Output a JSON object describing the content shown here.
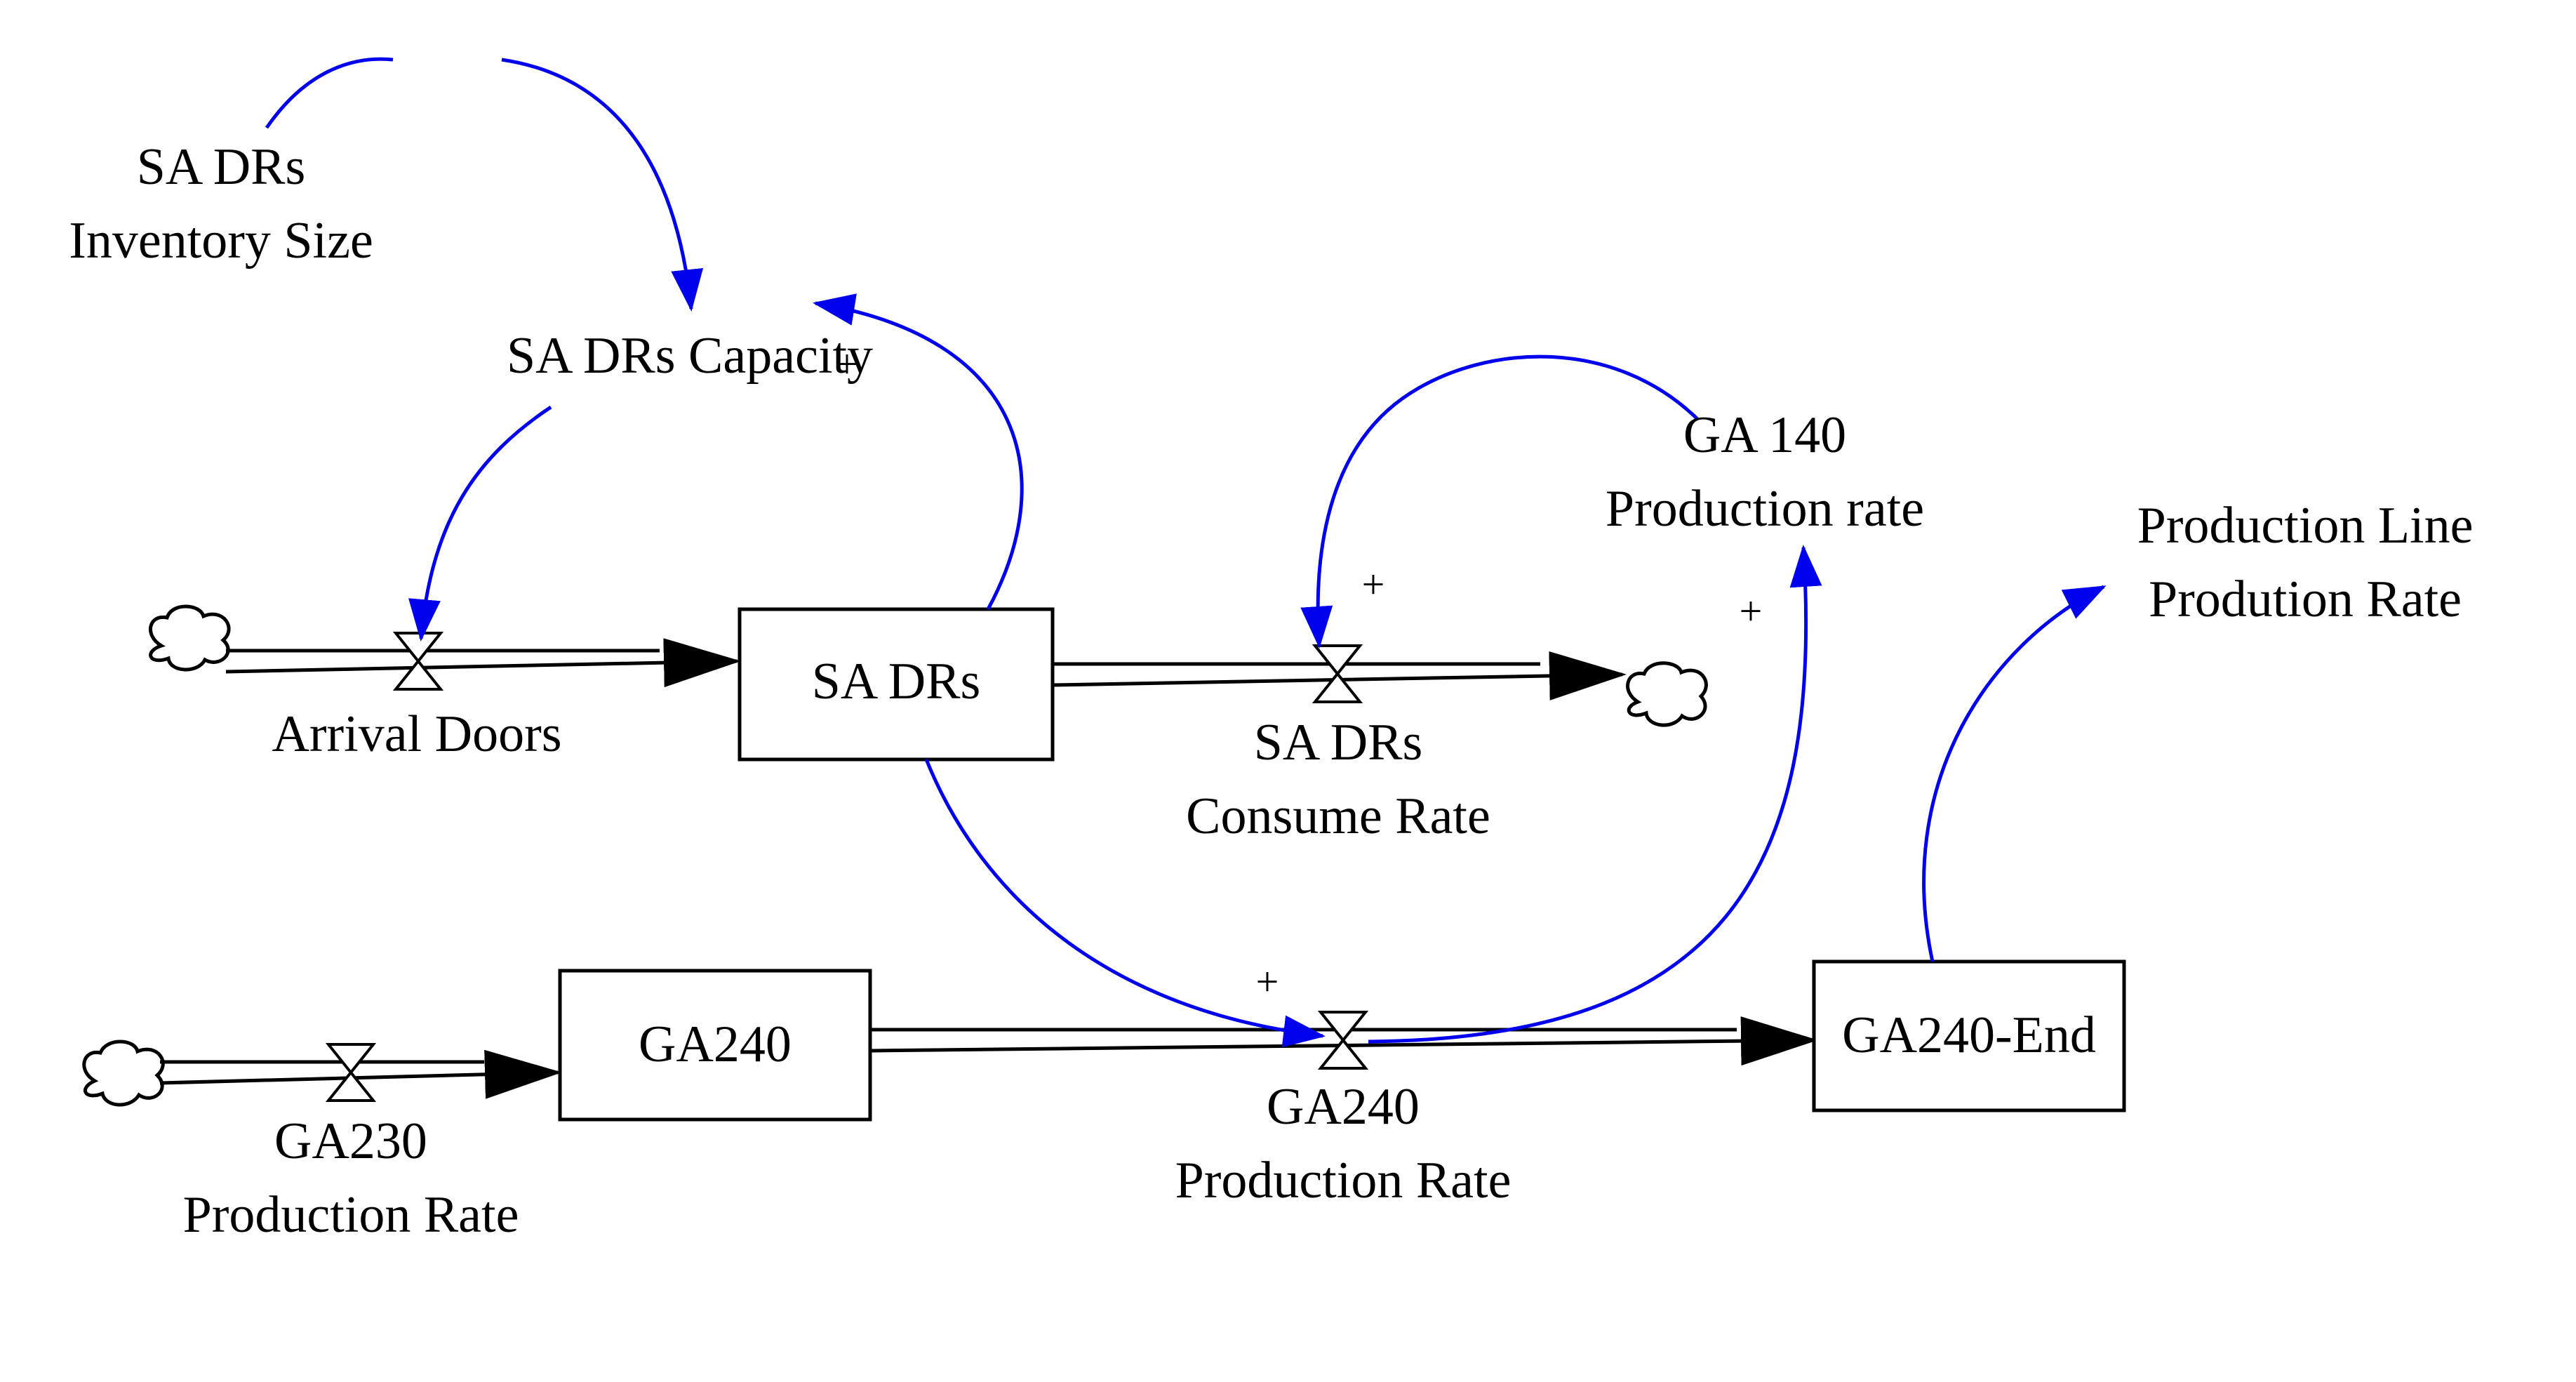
{
  "colors": {
    "link": "#0000ee",
    "ink": "#000000",
    "background": "#ffffff"
  },
  "stocks": {
    "sa_drs": "SA DRs",
    "ga240": "GA240",
    "ga240_end": "GA240-End"
  },
  "flows": {
    "arrival_doors": [
      "Arrival Doors"
    ],
    "sa_drs_consume_rate": [
      "SA DRs",
      "Consume Rate"
    ],
    "ga230_production_rate": [
      "GA230",
      "Production Rate"
    ],
    "ga240_production_rate": [
      "GA240",
      "Production Rate"
    ]
  },
  "variables": {
    "sa_drs_inventory_size": [
      "SA DRs",
      "Inventory Size"
    ],
    "sa_drs_capacity": [
      "SA DRs Capacity"
    ],
    "ga140_production_rate": [
      "GA 140",
      "Production rate"
    ],
    "production_line_rate": [
      "Production Line",
      "Prodution Rate"
    ]
  },
  "polarity": {
    "sa_drs_to_capacity": "+",
    "ga140_to_consume": "+",
    "ga240_prod_to_ga140": "+",
    "sa_drs_to_ga240_prod": "+"
  },
  "icons": [
    "cloud-source-icon",
    "cloud-sink-icon",
    "valve-icon",
    "arrowhead-icon"
  ]
}
